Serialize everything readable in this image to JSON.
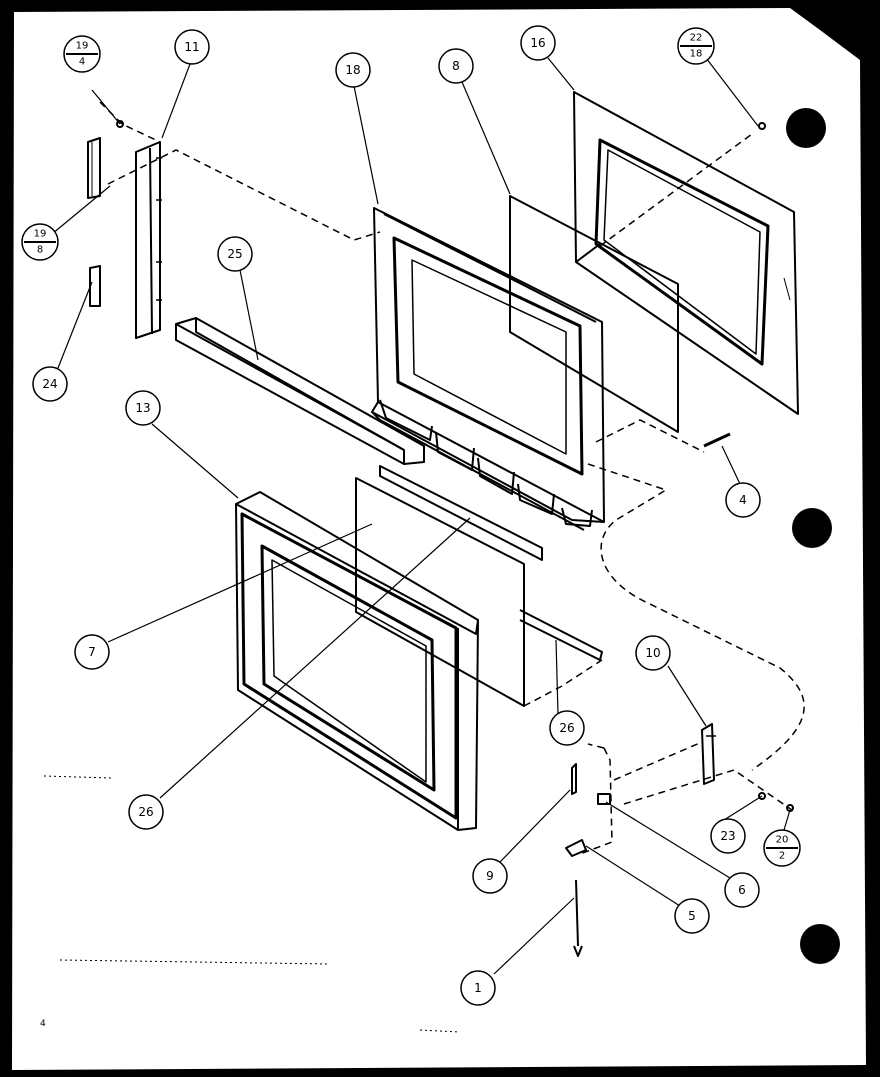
{
  "diagram": {
    "callouts": [
      "11",
      "18",
      "8",
      "16",
      "25",
      "24",
      "13",
      "7",
      "26",
      "26",
      "4",
      "10",
      "23",
      "9",
      "6",
      "5",
      "1"
    ],
    "fraction_refs": [
      {
        "top": "19",
        "bottom": "4"
      },
      {
        "top": "19",
        "bottom": "8"
      },
      {
        "top": "22",
        "bottom": "18"
      },
      {
        "top": "20",
        "bottom": "2"
      }
    ],
    "page_marker": "4",
    "colors": {
      "paper": "#ffffff",
      "ink": "#000000",
      "background": "#000000"
    }
  }
}
